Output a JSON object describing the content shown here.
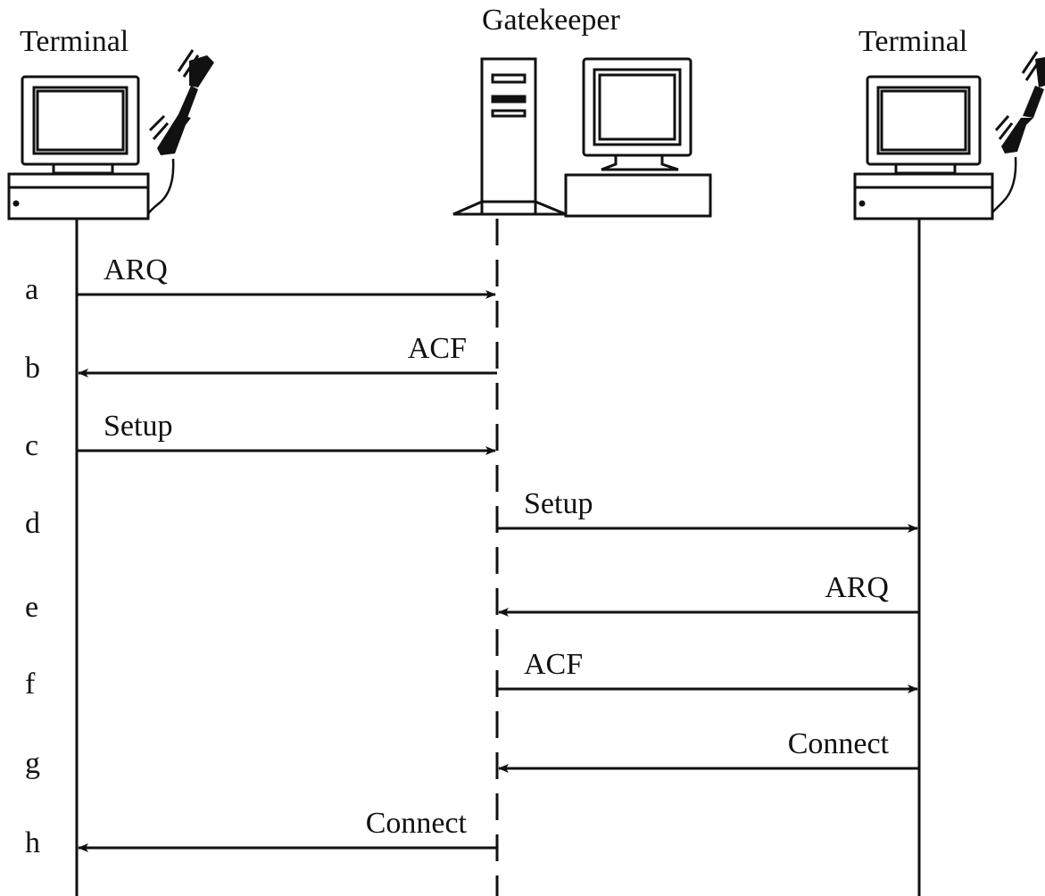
{
  "entities": {
    "left": "Terminal",
    "center": "Gatekeeper",
    "right": "Terminal"
  },
  "messages": [
    {
      "step": "a",
      "label": "ARQ",
      "from": "left",
      "to": "center"
    },
    {
      "step": "b",
      "label": "ACF",
      "from": "center",
      "to": "left"
    },
    {
      "step": "c",
      "label": "Setup",
      "from": "left",
      "to": "center"
    },
    {
      "step": "d",
      "label": "Setup",
      "from": "center",
      "to": "right"
    },
    {
      "step": "e",
      "label": "ARQ",
      "from": "right",
      "to": "center"
    },
    {
      "step": "f",
      "label": "ACF",
      "from": "center",
      "to": "right"
    },
    {
      "step": "g",
      "label": "Connect",
      "from": "right",
      "to": "center"
    },
    {
      "step": "h",
      "label": "Connect",
      "from": "center",
      "to": "left"
    }
  ]
}
